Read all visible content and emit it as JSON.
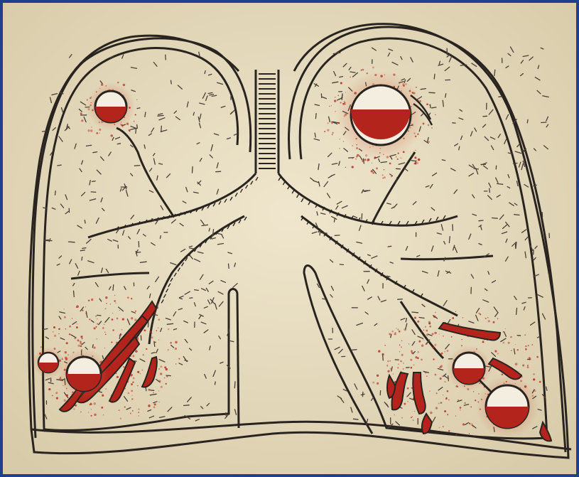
{
  "colors": {
    "frame": "#1f3f8f",
    "paper": "#e9dfc4",
    "paper_shade": "#d9ccab",
    "ink": "#2a2420",
    "texture_ink": "#4a4038",
    "blood": "#b3251c",
    "blood_halo": "#d2593f",
    "cavity_air": "#f4eee0"
  },
  "figure": {
    "subject": "lungs",
    "left_lung": {
      "cavities": 3,
      "bronchiectasis": true
    },
    "right_lung": {
      "cavities": 3,
      "bronchiectasis": true
    }
  },
  "icons": {
    "trachea": "trachea-icon",
    "cavity": "cavity-with-fluid-level-icon",
    "bronchus": "bronchus-icon"
  }
}
